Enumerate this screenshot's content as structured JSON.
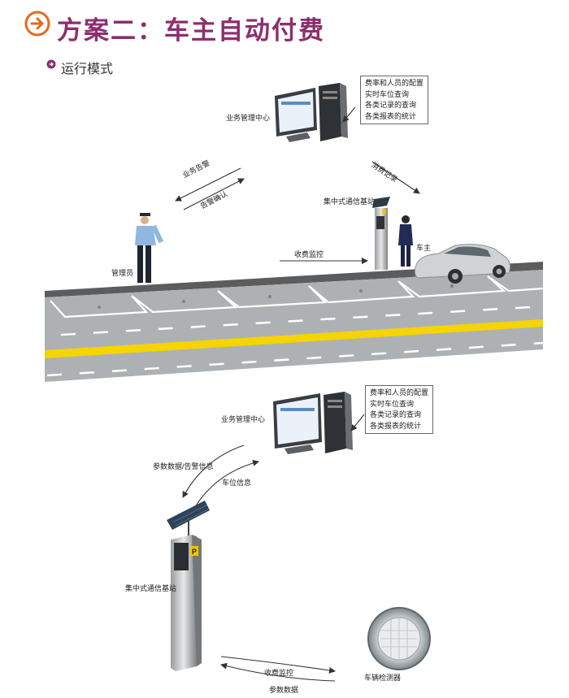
{
  "title": "方案二：车主自动付费",
  "subtitle": "运行模式",
  "colors": {
    "title": "#8e2e6e",
    "accent_orange": "#e36a1d",
    "road": "#aeb1b3",
    "road_center_line": "#f5d400"
  },
  "top_scene": {
    "center_label": "业务管理中心",
    "info_lines": [
      "费率和人员的配置",
      "实时车位查询",
      "各类记录的查询",
      "各类报表的统计"
    ],
    "left_arrow_top": "业务告警",
    "left_arrow_bottom": "告警确认",
    "right_arrow": "消费记录",
    "base_station": "集中式通信基站",
    "owner": "车主",
    "manager": "管理员",
    "mid_arrow": "收费监控"
  },
  "bottom_scene": {
    "center_label": "业务管理中心",
    "info_lines": [
      "费率和人员的配置",
      "实时车位查询",
      "各类记录的查询",
      "各类报表的统计"
    ],
    "arrow_outer": "参数数据/告警信息",
    "arrow_inner": "车位信息",
    "base_station": "集中式通信基站",
    "bottom_arrow_top": "收费监控",
    "bottom_arrow_bottom": "参数数据",
    "detector": "车辆检测器"
  }
}
